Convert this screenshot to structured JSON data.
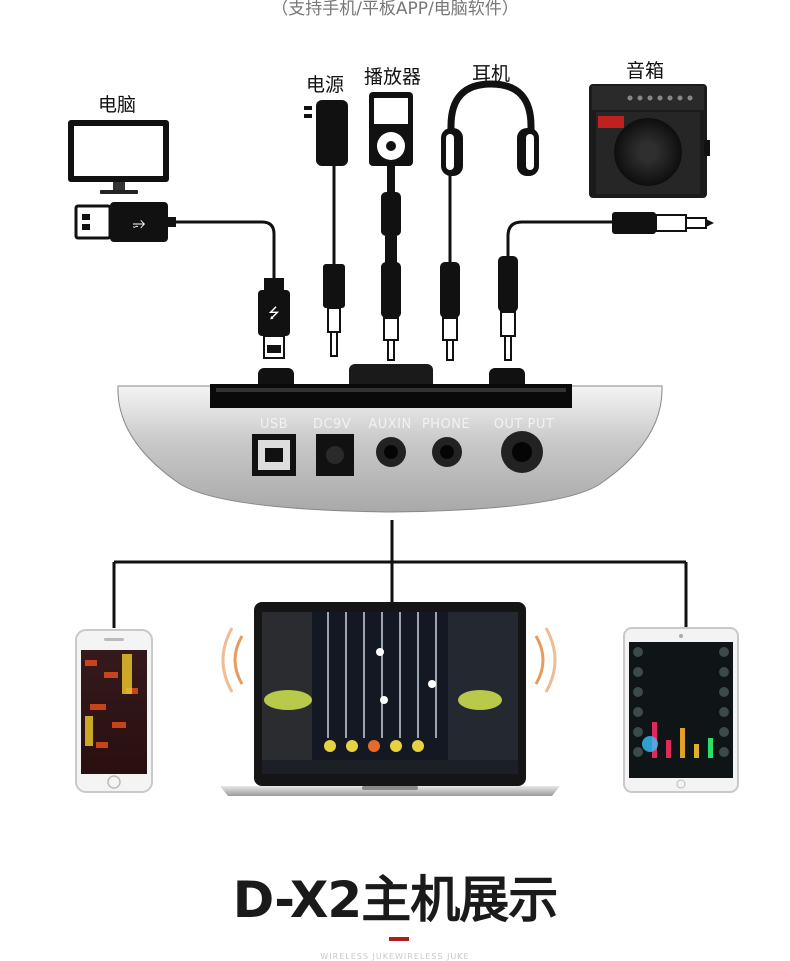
{
  "caption": "（支持手机/平板APP/电脑软件）",
  "devices": {
    "computer": "电脑",
    "power": "电源",
    "player": "播放器",
    "headphones": "耳机",
    "speaker": "音箱"
  },
  "ports": [
    "USB",
    "DC9V",
    "AUXIN",
    "PHONE",
    "OUT PUT"
  ],
  "product_title": "D-X2主机展示",
  "footer_text": "WIRELESS JUKEWIRELESS JUKE"
}
